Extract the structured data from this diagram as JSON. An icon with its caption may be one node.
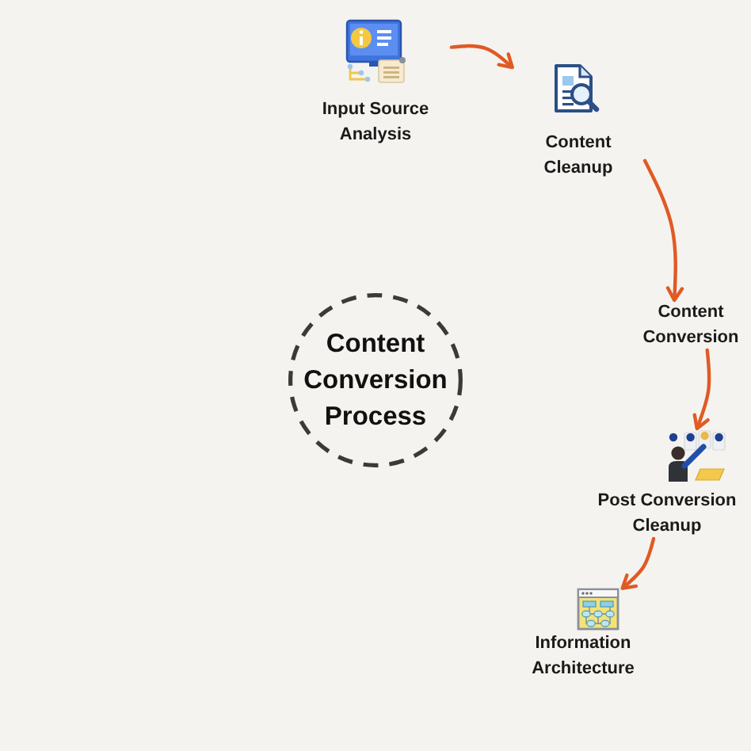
{
  "diagram": {
    "nodes": [
      {
        "text": [
          "Input Source Analysis"
        ]
      },
      {
        "text": [
          "Content Cleanup"
        ]
      },
      {
        "text": [
          "Content Conversion"
        ]
      },
      {
        "text": [
          "Post Conversion Cleanup"
        ]
      },
      {
        "text": [
          "Information Architecture"
        ]
      },
      {
        "text": [
          "Content Conversion Process"
        ]
      }
    ],
    "edges": [
      {
        "from": 0,
        "to": 1,
        "arrow": "to"
      },
      {
        "from": 1,
        "to": 2,
        "arrow": "to"
      },
      {
        "from": 2,
        "to": 3,
        "arrow": "to"
      },
      {
        "from": 3,
        "to": 4,
        "arrow": "to"
      }
    ]
  }
}
